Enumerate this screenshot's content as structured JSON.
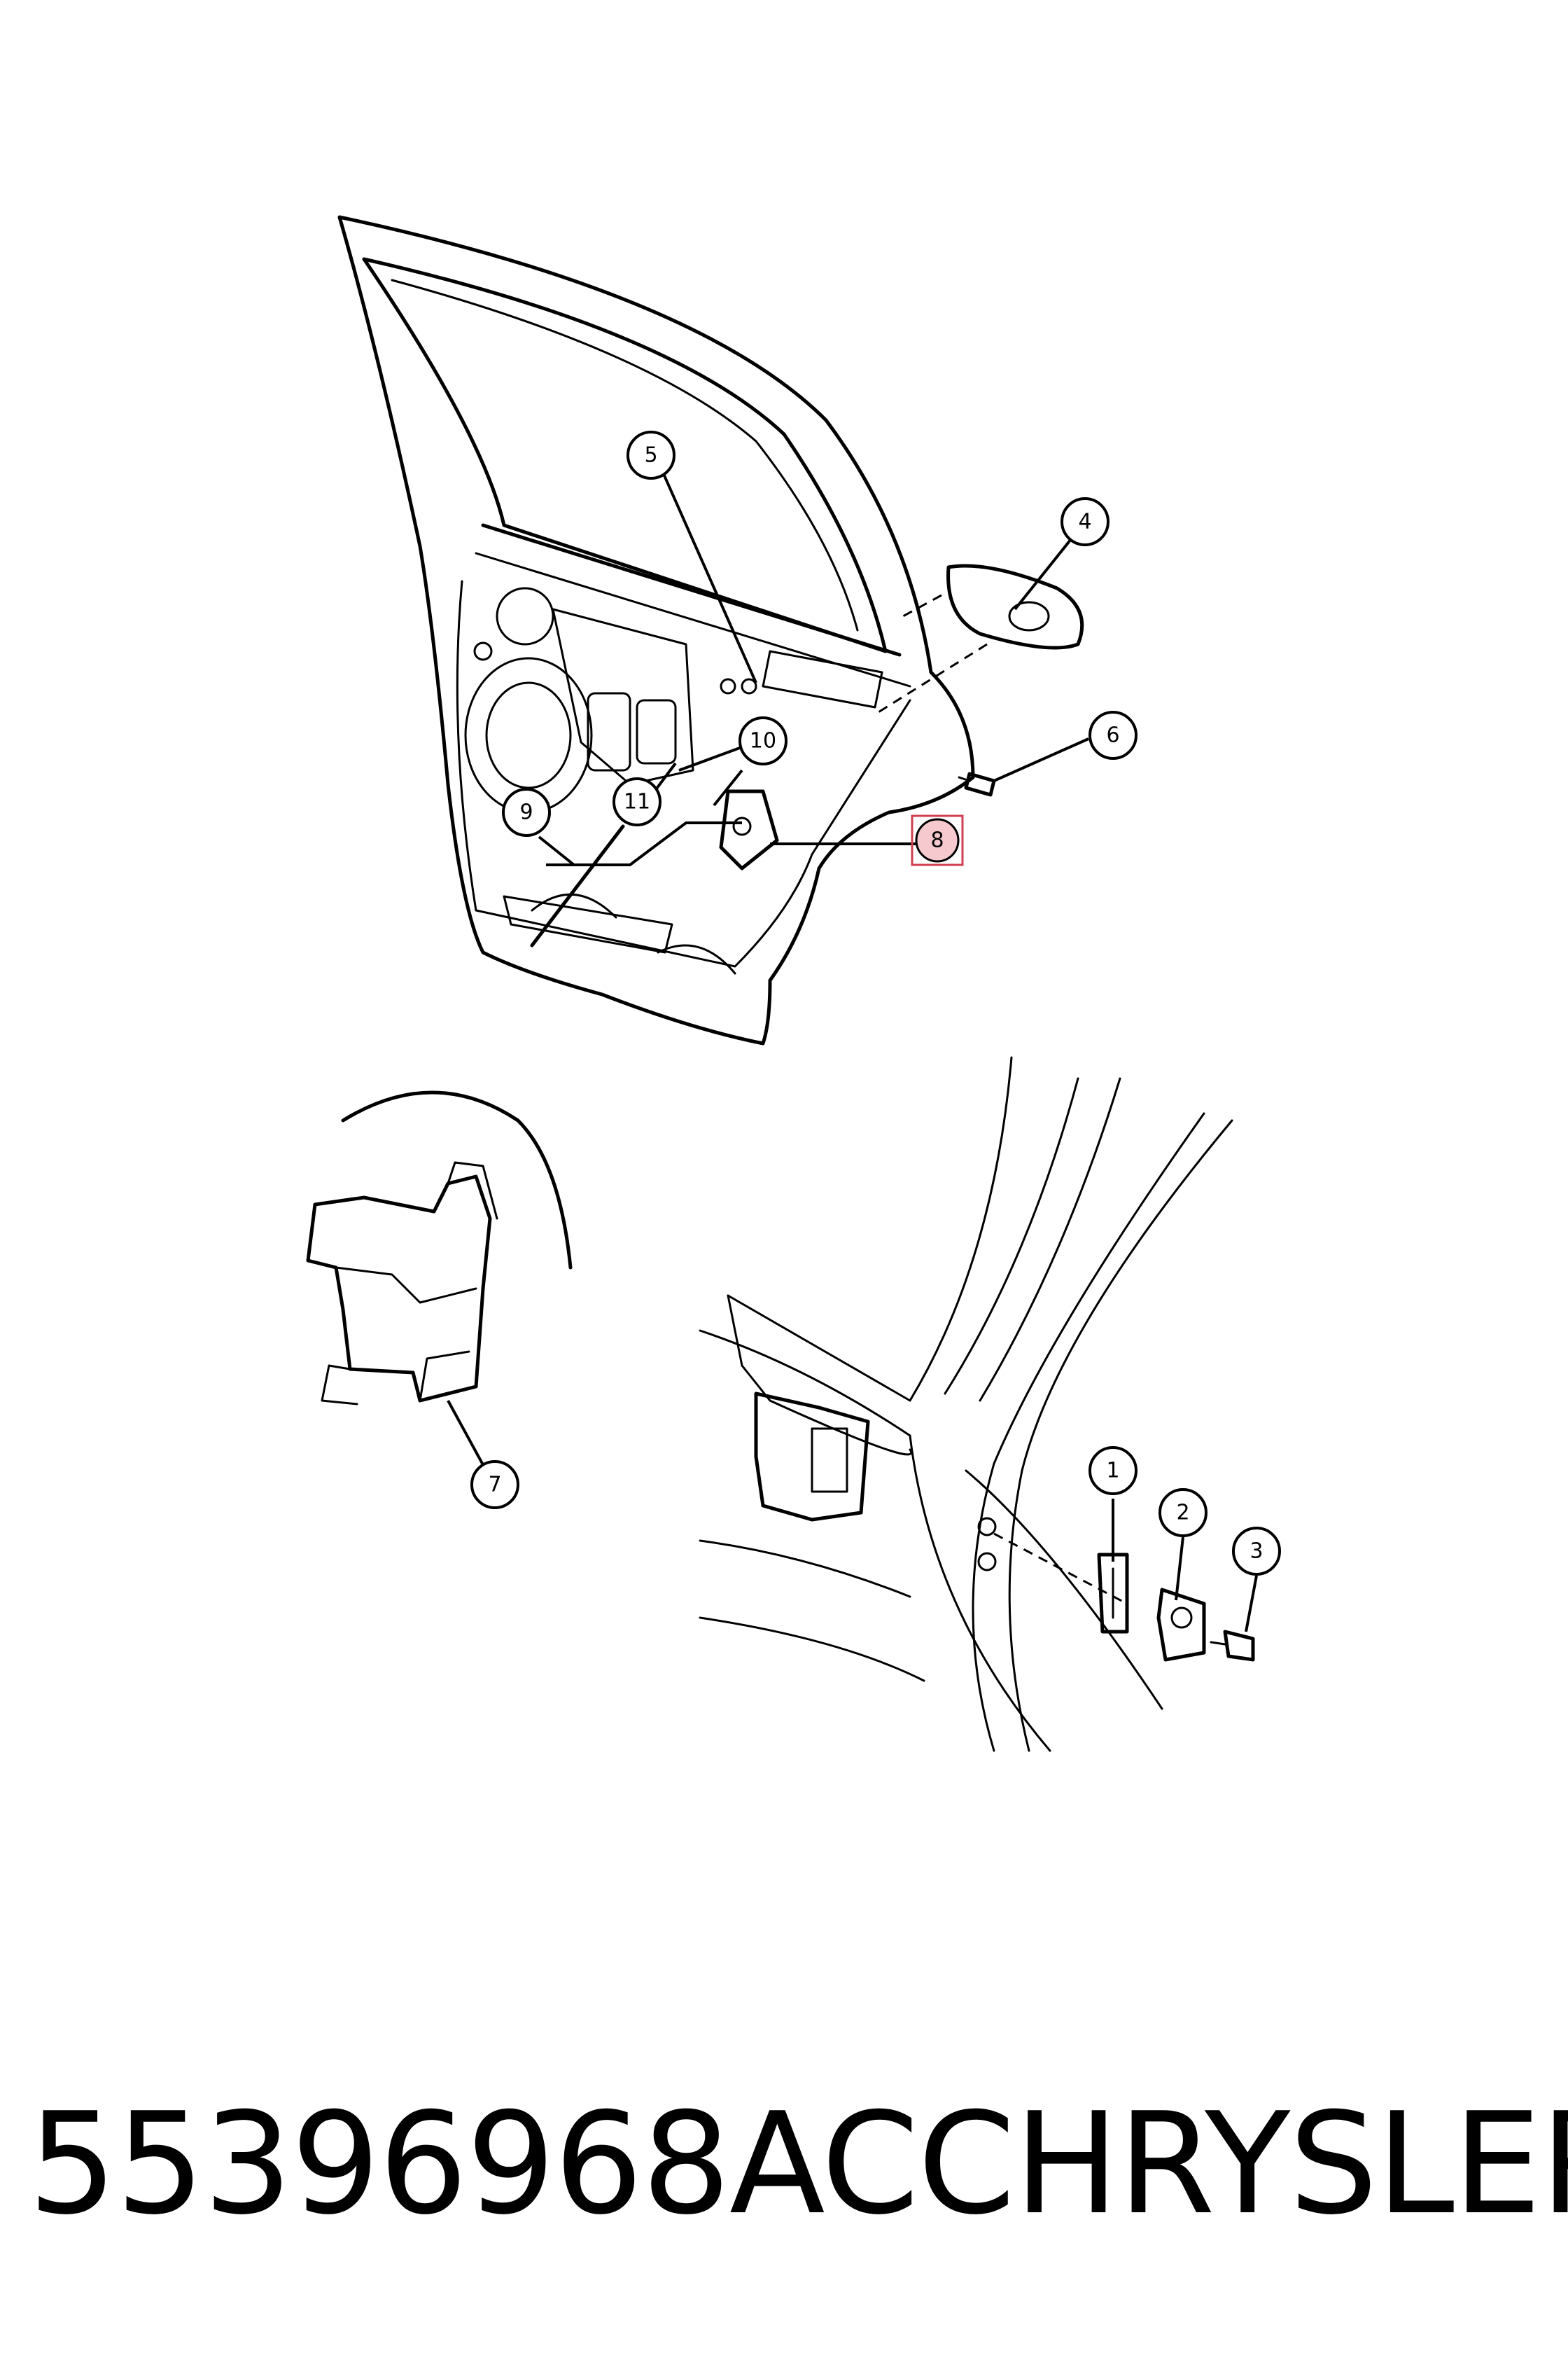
{
  "callouts": [
    "1",
    "2",
    "3",
    "4",
    "5",
    "6",
    "7",
    "8",
    "9",
    "10",
    "11"
  ],
  "highlighted_callout": "8",
  "caption": {
    "part_number": "55396968AC",
    "brand": "CHRYSLER"
  }
}
